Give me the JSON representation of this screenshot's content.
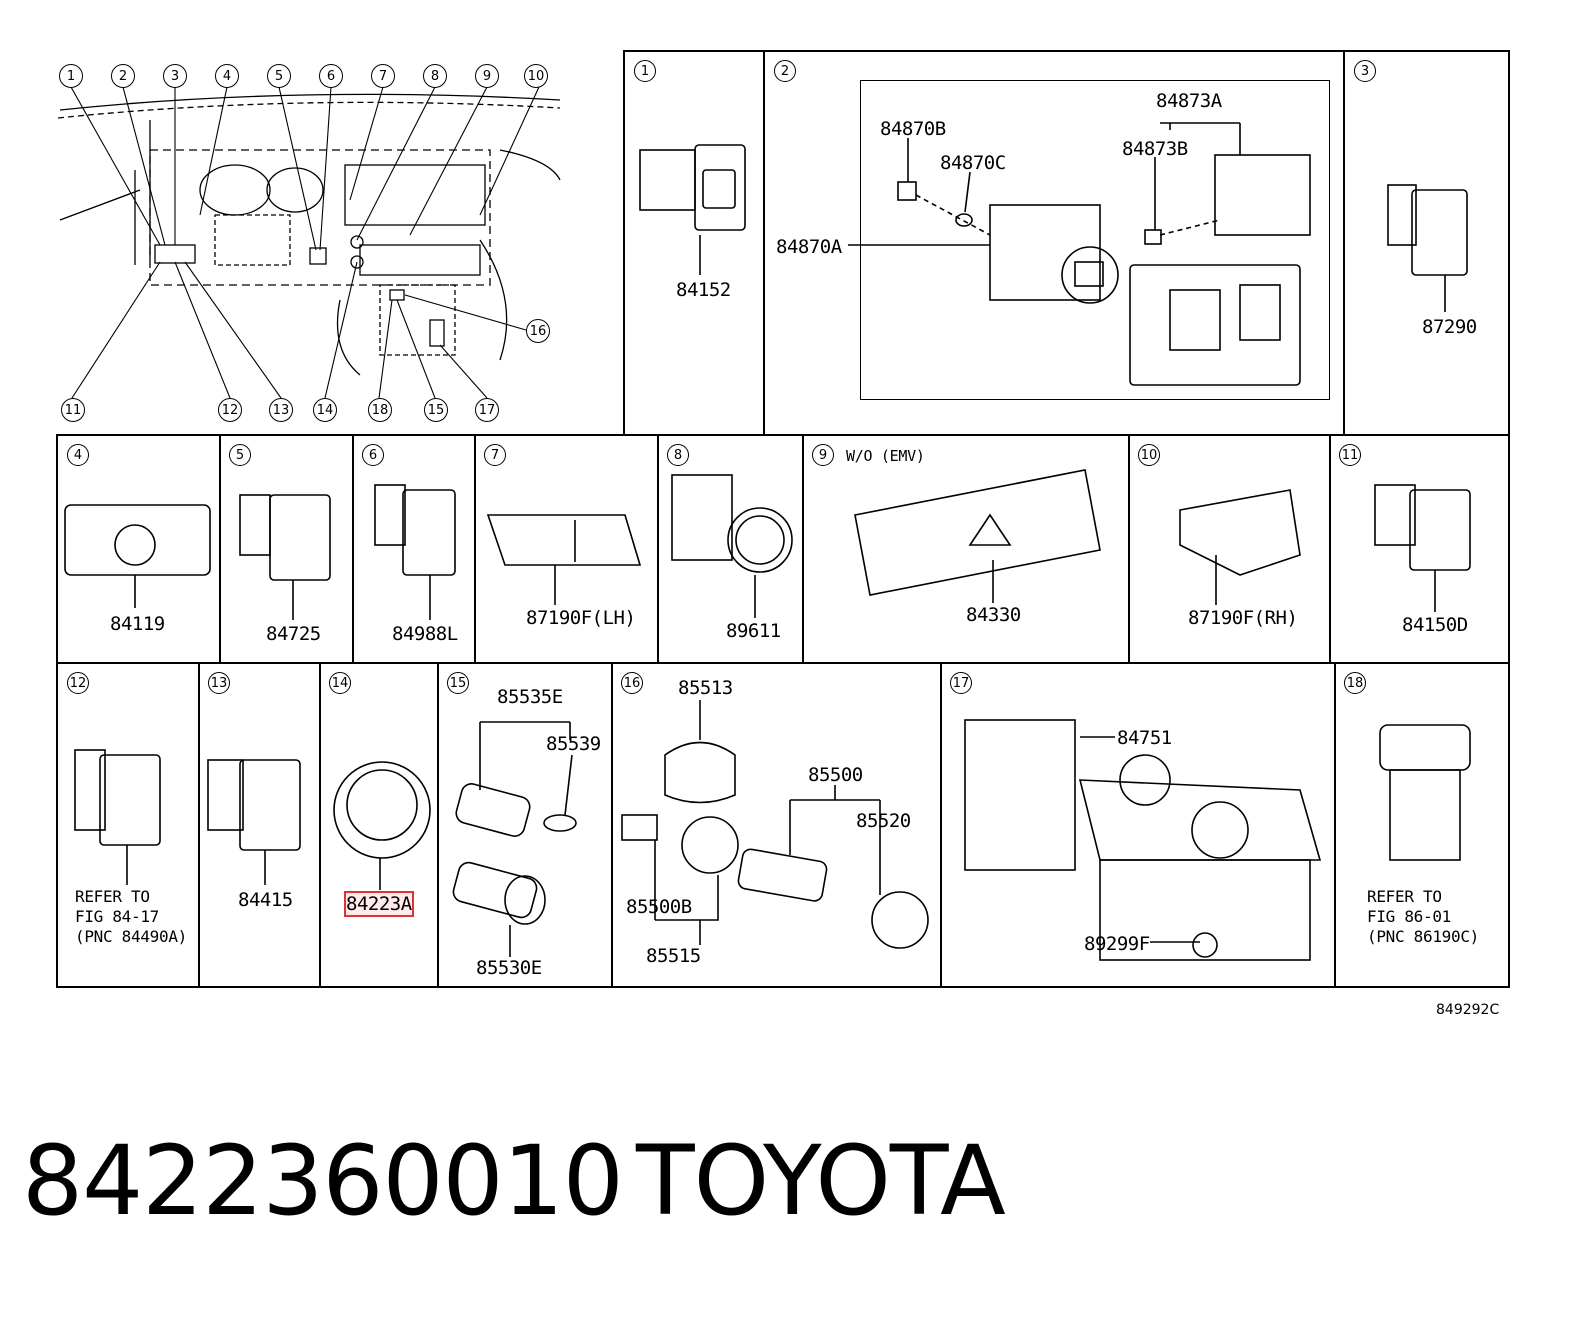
{
  "overview_callouts_top": [
    "1",
    "2",
    "3",
    "4",
    "5",
    "6",
    "7",
    "8",
    "9",
    "10"
  ],
  "overview_callouts_bottom": [
    "11",
    "12",
    "13",
    "14",
    "18",
    "15",
    "17"
  ],
  "overview_callout_right": "16",
  "panels": [
    {
      "id": "1",
      "parts": [
        "84152"
      ]
    },
    {
      "id": "2",
      "parts": [
        "84873A",
        "84870B",
        "84870C",
        "84873B",
        "84870A"
      ]
    },
    {
      "id": "3",
      "parts": [
        "87290"
      ]
    },
    {
      "id": "4",
      "parts": [
        "84119"
      ]
    },
    {
      "id": "5",
      "parts": [
        "84725"
      ]
    },
    {
      "id": "6",
      "parts": [
        "84988L"
      ]
    },
    {
      "id": "7",
      "parts": [
        "87190F(LH)"
      ]
    },
    {
      "id": "8",
      "parts": [
        "89611"
      ]
    },
    {
      "id": "9",
      "condition": "W/O (EMV)",
      "parts": [
        "84330"
      ]
    },
    {
      "id": "10",
      "parts": [
        "87190F(RH)"
      ]
    },
    {
      "id": "11",
      "parts": [
        "84150D"
      ]
    },
    {
      "id": "12",
      "note": "REFER TO\nFIG 84-17\n(PNC 84490A)"
    },
    {
      "id": "13",
      "parts": [
        "84415"
      ]
    },
    {
      "id": "14",
      "parts": [
        "84223A"
      ]
    },
    {
      "id": "15",
      "parts": [
        "85535E",
        "85539",
        "85530E"
      ]
    },
    {
      "id": "16",
      "parts": [
        "85513",
        "85500",
        "85520",
        "85500B",
        "85515"
      ]
    },
    {
      "id": "17",
      "parts": [
        "84751",
        "89299F"
      ]
    },
    {
      "id": "18",
      "note": "REFER TO\nFIG 86-01\n(PNC 86190C)"
    }
  ],
  "figure_code": "849292C",
  "footer": {
    "part_number": "8422360010",
    "brand": "TOYOTA"
  }
}
